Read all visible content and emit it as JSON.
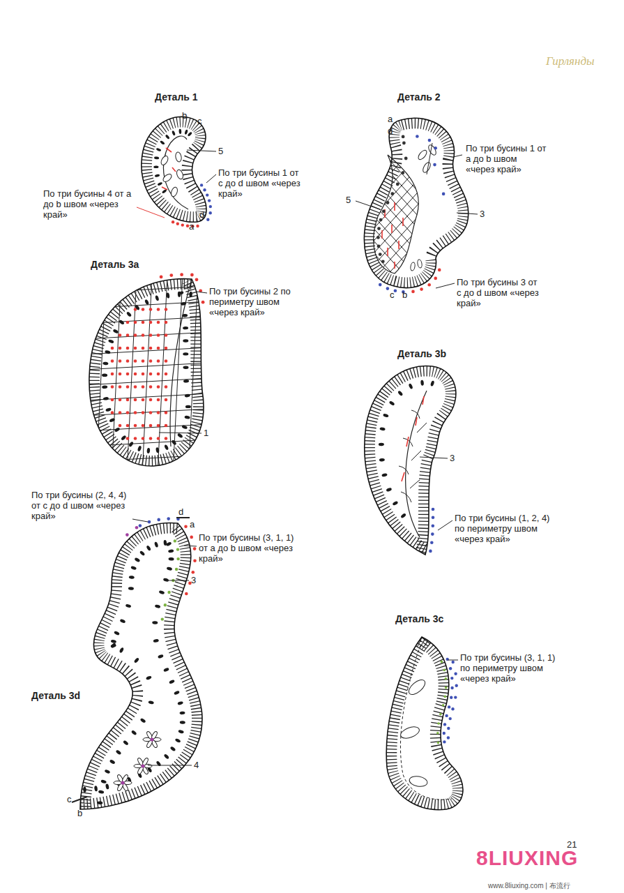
{
  "diagram": {
    "labels": [
      "Гирлянды",
      "Деталь 1",
      "b",
      "c",
      "5",
      "По три бусины 1 от c до d швом «через край»",
      "По три бусины 4 от a до b швом «через край»",
      "d",
      "a",
      "Деталь 2",
      "a",
      "d",
      "По три бусины 1 от a до b швом «через край»",
      "5",
      "3",
      "По три бусины 3 от c до d швом «через край»",
      "c",
      "b",
      "Деталь 3a",
      "По три бусины 2 по периметру швом «через край»",
      "1",
      "Деталь 3b",
      "3",
      "По три бусины (1, 2, 4) по периметру швом «через край»",
      "По три бусины (2, 4, 4) от c до d швом «через край»",
      "d",
      "a",
      "По три бусины (3, 1, 1) от a до b швом «через край»",
      "3",
      "Деталь 3d",
      "4",
      "c",
      "b",
      "Деталь 3c",
      "По три бусины (3, 1, 1) по периметру швом «через край»",
      "21",
      "8LIUXING",
      "www.8liuxing.com | 布流行"
    ]
  }
}
